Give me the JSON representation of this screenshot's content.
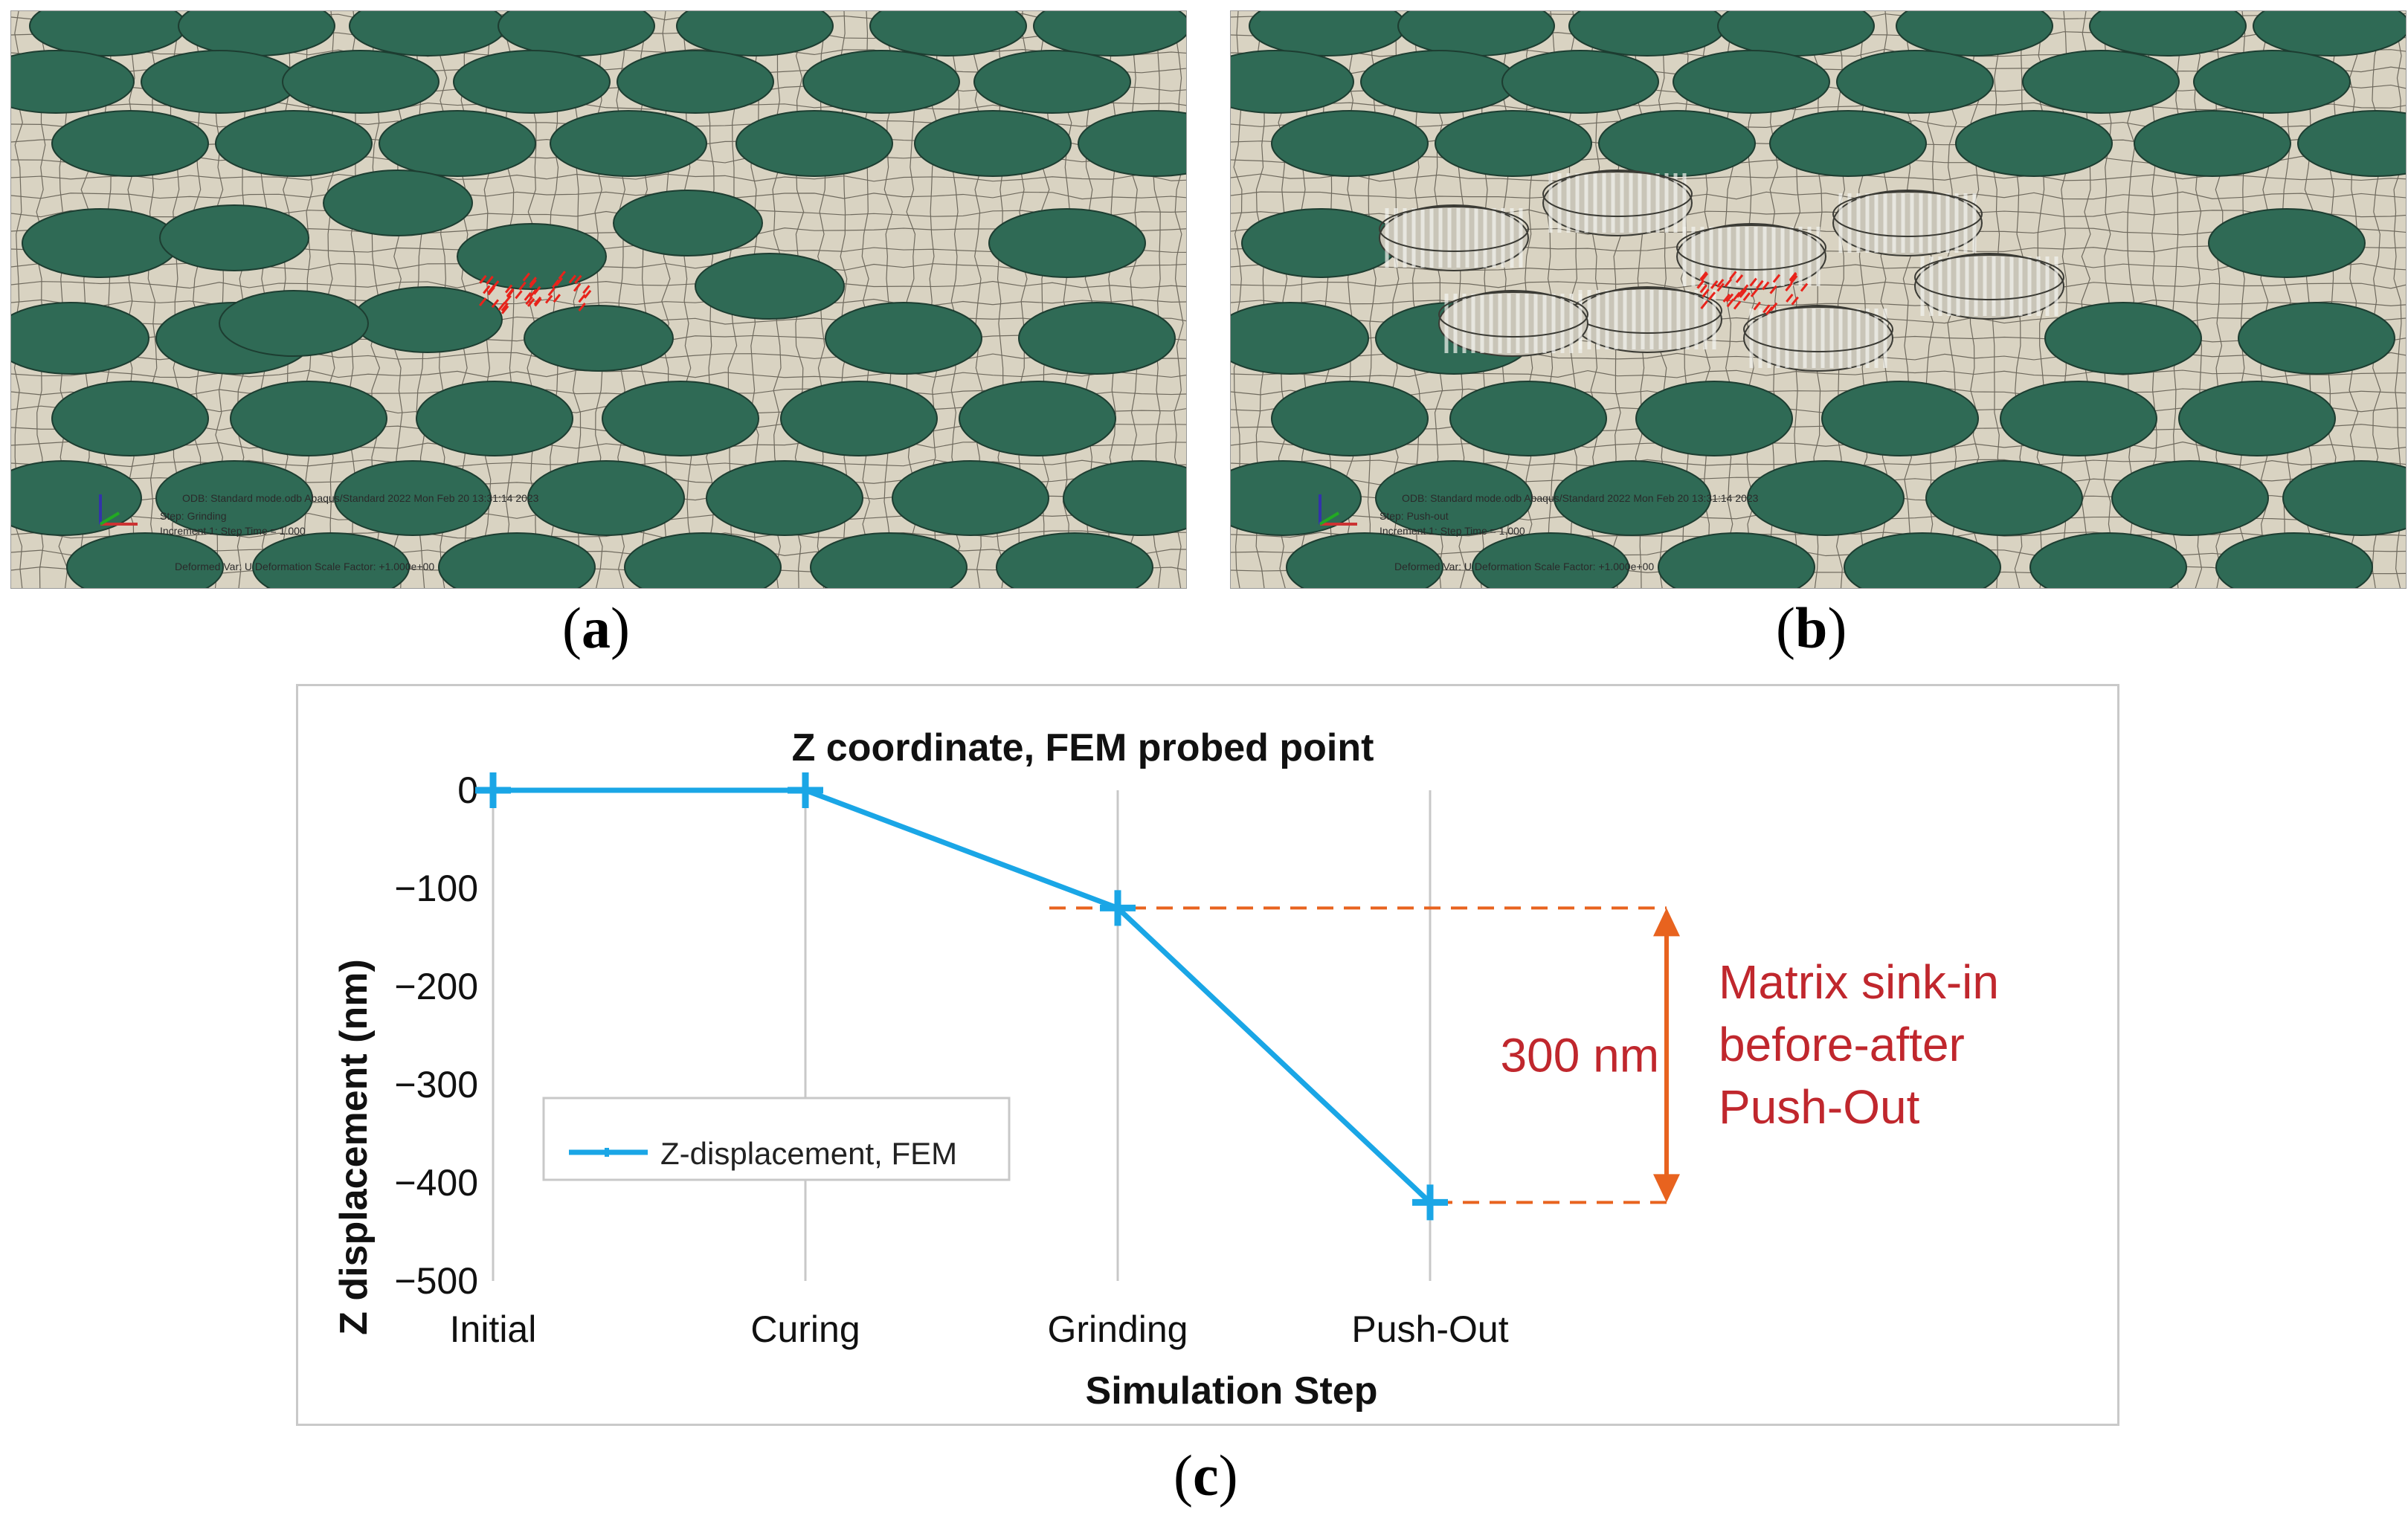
{
  "panels": {
    "a": {
      "caption_open": "(",
      "caption_letter": "a",
      "caption_close": ")",
      "hud_lines": [
        "ODB: Standard mode.odb   Abaqus/Standard 2022   Mon Feb 20 13:31:14 2023",
        "Step: Grinding",
        "Increment    1: Step Time =    1.000",
        "Deformed Var: U   Deformation Scale Factor: +1.000e+00"
      ]
    },
    "b": {
      "caption_open": "(",
      "caption_letter": "b",
      "caption_close": ")",
      "hud_lines": [
        "ODB: Standard mode.odb   Abaqus/Standard 2022   Mon Feb 20 13:31:14 2023",
        "Step: Push-out",
        "Increment    1: Step Time =    1.000",
        "Deformed Var: U   Deformation Scale Factor: +1.000e+00"
      ]
    },
    "c": {
      "caption_open": "(",
      "caption_letter": "c",
      "caption_close": ")"
    }
  },
  "colors": {
    "fiber": "#2f6a55",
    "fiber_edge": "#1d3d31",
    "matrix": "#d9d3c2",
    "mesh_line": "#555046",
    "probe": "#e8231b",
    "series": "#1aa6e6",
    "annotation_arrow": "#e8631f",
    "annotation_text": "#c0272d",
    "gridline": "#c8c8c8"
  },
  "chart_data": {
    "type": "line",
    "title": "Z coordinate, FEM probed point",
    "xlabel": "Simulation Step",
    "ylabel": "Z displacement (nm)",
    "categories": [
      "Initial",
      "Curing",
      "Grinding",
      "Push-Out"
    ],
    "series": [
      {
        "name": "Z-displacement, FEM",
        "values": [
          0,
          0,
          -120,
          -420
        ],
        "color": "#1aa6e6",
        "marker": "plus"
      }
    ],
    "ylim": [
      -500,
      0
    ],
    "yticks": [
      0,
      -100,
      -200,
      -300,
      -400,
      -500
    ],
    "ytick_labels": [
      "0",
      "−100",
      "−200",
      "−300",
      "−400",
      "−500"
    ],
    "grid": "vertical",
    "legend": "lower-left",
    "annotation": {
      "from_value": -120,
      "to_value": -420,
      "span_label": "300 nm",
      "note_lines": [
        "Matrix sink-in",
        "before-after",
        "Push-Out"
      ]
    }
  }
}
